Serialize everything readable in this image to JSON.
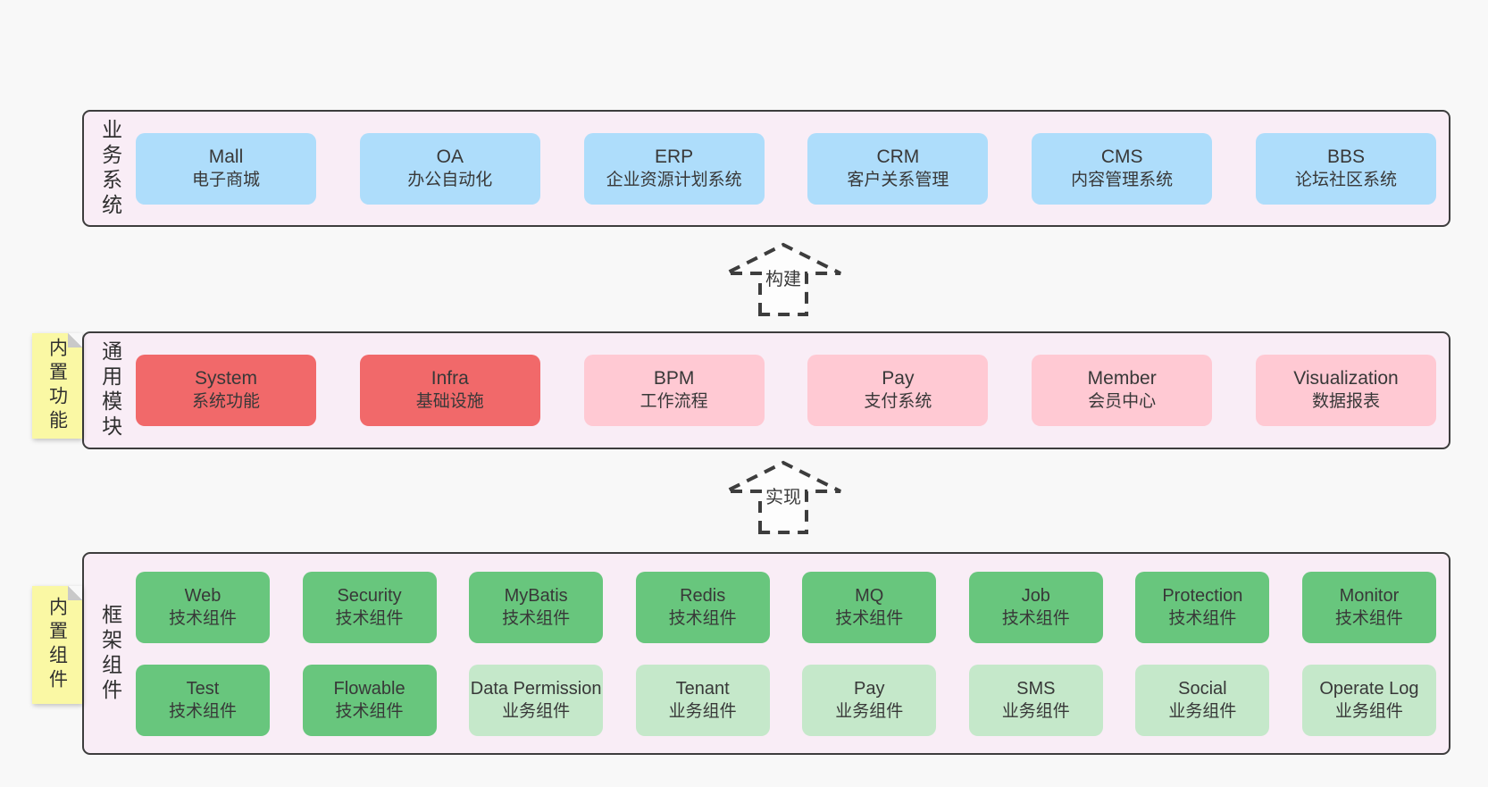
{
  "colors": {
    "page_bg": "#f8f8f8",
    "band_bg": "#f9edf6",
    "band_border": "#3d3d3d",
    "blue": "#aeddfb",
    "red": "#f1696a",
    "pink": "#ffc9d3",
    "green": "#68c67d",
    "light_green": "#c5e8ca",
    "sticky_yellow": "#faf8a4",
    "fold_gray": "#c9c9c9",
    "text": "#383838",
    "arrow_stroke": "#3d3d3d",
    "arrow_fill": "#fdfdfd"
  },
  "arrows": [
    {
      "label": "构建"
    },
    {
      "label": "实现"
    }
  ],
  "bands": [
    {
      "label": "业务系统",
      "boxes": [
        {
          "name": "Mall",
          "desc": "电子商城",
          "variant": "blue"
        },
        {
          "name": "OA",
          "desc": "办公自动化",
          "variant": "blue"
        },
        {
          "name": "ERP",
          "desc": "企业资源计划系统",
          "variant": "blue"
        },
        {
          "name": "CRM",
          "desc": "客户关系管理",
          "variant": "blue"
        },
        {
          "name": "CMS",
          "desc": "内容管理系统",
          "variant": "blue"
        },
        {
          "name": "BBS",
          "desc": "论坛社区系统",
          "variant": "blue"
        }
      ]
    },
    {
      "label": "通用模块",
      "sticky": "内置功能",
      "boxes": [
        {
          "name": "System",
          "desc": "系统功能",
          "variant": "red"
        },
        {
          "name": "Infra",
          "desc": "基础设施",
          "variant": "red"
        },
        {
          "name": "BPM",
          "desc": "工作流程",
          "variant": "pink"
        },
        {
          "name": "Pay",
          "desc": "支付系统",
          "variant": "pink"
        },
        {
          "name": "Member",
          "desc": "会员中心",
          "variant": "pink"
        },
        {
          "name": "Visualization",
          "desc": "数据报表",
          "variant": "pink"
        }
      ]
    },
    {
      "label": "框架组件",
      "sticky": "内置组件",
      "rows": [
        [
          {
            "name": "Web",
            "desc": "技术组件",
            "variant": "green"
          },
          {
            "name": "Security",
            "desc": "技术组件",
            "variant": "green"
          },
          {
            "name": "MyBatis",
            "desc": "技术组件",
            "variant": "green"
          },
          {
            "name": "Redis",
            "desc": "技术组件",
            "variant": "green"
          },
          {
            "name": "MQ",
            "desc": "技术组件",
            "variant": "green"
          },
          {
            "name": "Job",
            "desc": "技术组件",
            "variant": "green"
          },
          {
            "name": "Protection",
            "desc": "技术组件",
            "variant": "green"
          },
          {
            "name": "Monitor",
            "desc": "技术组件",
            "variant": "green"
          }
        ],
        [
          {
            "name": "Test",
            "desc": "技术组件",
            "variant": "green"
          },
          {
            "name": "Flowable",
            "desc": "技术组件",
            "variant": "green"
          },
          {
            "name": "Data Permission",
            "desc": "业务组件",
            "variant": "lightgreen"
          },
          {
            "name": "Tenant",
            "desc": "业务组件",
            "variant": "lightgreen"
          },
          {
            "name": "Pay",
            "desc": "业务组件",
            "variant": "lightgreen"
          },
          {
            "name": "SMS",
            "desc": "业务组件",
            "variant": "lightgreen"
          },
          {
            "name": "Social",
            "desc": "业务组件",
            "variant": "lightgreen"
          },
          {
            "name": "Operate Log",
            "desc": "业务组件",
            "variant": "lightgreen"
          }
        ]
      ]
    }
  ]
}
